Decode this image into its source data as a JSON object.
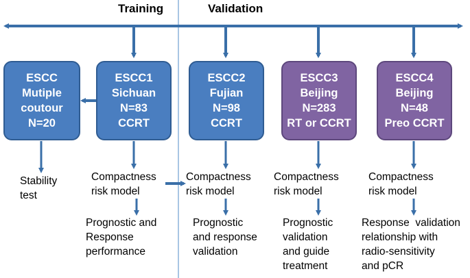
{
  "headers": {
    "training": "Training",
    "validation": "Validation"
  },
  "boxes": {
    "multiple": [
      "ESCC",
      "Mutiple",
      "coutour",
      "N=20"
    ],
    "escc1": [
      "ESCC1",
      "Sichuan",
      "N=83",
      "CCRT"
    ],
    "escc2": [
      "ESCC2",
      "Fujian",
      "N=98",
      "CCRT"
    ],
    "escc3": [
      "ESCC3",
      "Beijing",
      "N=283",
      "RT or CCRT"
    ],
    "escc4": [
      "ESCC4",
      "Beijing",
      "N=48",
      "Preo CCRT"
    ]
  },
  "labels": {
    "stability": [
      "Stability",
      "test"
    ],
    "compact1": [
      "Compactness",
      "risk model"
    ],
    "compact2": [
      "Compactness",
      "risk model"
    ],
    "compact3": [
      "Compactness",
      "risk model"
    ],
    "compact4": [
      "Compactness",
      "risk model"
    ],
    "outcome1": [
      "Prognostic and",
      "Response",
      "performance"
    ],
    "outcome2": [
      "Prognostic",
      "and response",
      "validation"
    ],
    "outcome3": [
      "Prognostic",
      "validation",
      "and guide",
      "treatment"
    ],
    "outcome4": [
      "Response  validation",
      "relationship with",
      "radio-sensitivity",
      "and pCR"
    ]
  },
  "colors": {
    "blue": "#4a7ec0",
    "purple": "#8064a2",
    "arrow": "#3a6fa8",
    "divider": "#6f9fd0"
  }
}
